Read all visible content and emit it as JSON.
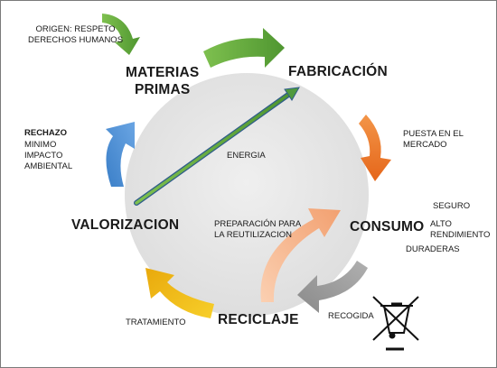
{
  "stages": {
    "materias_primas": "MATERIAS\nPRIMAS",
    "fabricacion": "FABRICACIÓN",
    "consumo": "CONSUMO",
    "reciclaje": "RECICLAJE",
    "valorizacion": "VALORIZACION"
  },
  "notes": {
    "origen": "ORIGEN: RESPETO\nDERECHOS HUMANOS",
    "puesta": "PUESTA EN EL\nMERCADO",
    "seguro": "SEGURO",
    "alto": "ALTO\nRENDIMIENTO",
    "duraderas": "DURADERAS",
    "energia": "ENERGIA",
    "preparacion": "PREPARACIÓN PARA\nLA REUTILIZACION",
    "recogida": "RECOGIDA",
    "tratamiento": "TRATAMIENTO",
    "rechazo_title": "RECHAZO",
    "rechazo_rest": "MINIMO\nIMPACTO\nAMBIENTAL"
  },
  "colors": {
    "circle": "#e6e6e6",
    "green_arrow": "#63a83c",
    "orange_arrow": "#ee7a2b",
    "gray_arrow": "#9a9a9a",
    "yellow_arrow": "#f2c21b",
    "blue_arrow": "#4a8ad0",
    "peach_arrow": "#f6b992",
    "energy_arrow": "#4f9a3e"
  },
  "icons": [
    "crossed-out-bin-icon"
  ]
}
